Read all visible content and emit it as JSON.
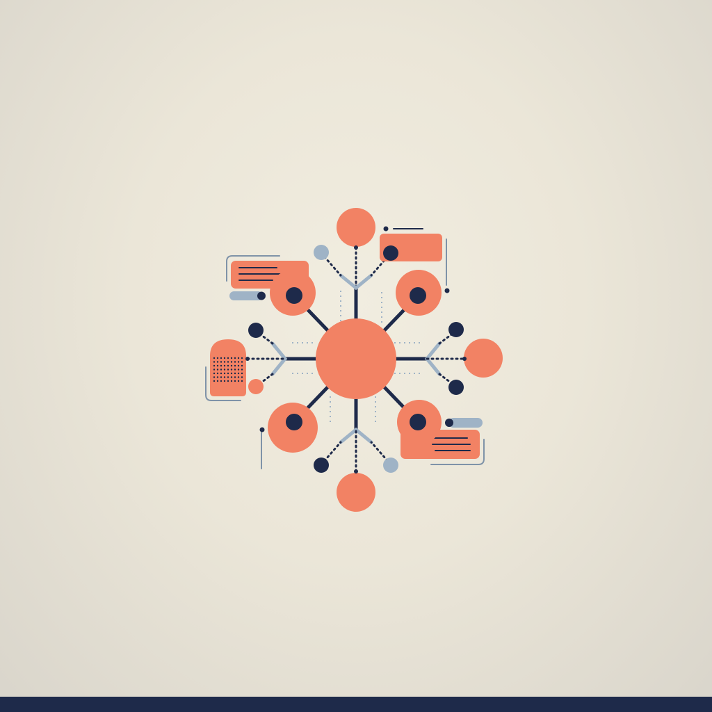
{
  "colors": {
    "background": "#ece7da",
    "coral": "#f28264",
    "navy": "#1e2a4a",
    "steel_blue": "#9fb3c6",
    "bar": "#1e2a4a"
  },
  "diagram": {
    "type": "hub-and-spoke network",
    "hub": {
      "shape": "circle",
      "color": "coral"
    },
    "spokes": [
      {
        "direction": "up",
        "end": "coral-circle",
        "branches": [
          "steel-blue-dot",
          "navy-dot"
        ]
      },
      {
        "direction": "up-right",
        "end": "coral-circle-with-navy-dot"
      },
      {
        "direction": "right",
        "end": "coral-circle",
        "branches": [
          "navy-dot",
          "navy-dot"
        ]
      },
      {
        "direction": "down-right",
        "end": "coral-circle-with-navy-dot",
        "attached": "message-card"
      },
      {
        "direction": "down",
        "end": "coral-circle",
        "branches": [
          "navy-dot",
          "steel-blue-dot"
        ]
      },
      {
        "direction": "down-left",
        "end": "coral-circle-with-navy-dot"
      },
      {
        "direction": "left",
        "end": "dotted-grid-card",
        "branches": [
          "navy-dot"
        ]
      },
      {
        "direction": "up-left",
        "end": "coral-circle-with-navy-dot",
        "attached": "message-card"
      }
    ],
    "cards": [
      "message-card",
      "message-card",
      "message-card",
      "dotted-grid-card"
    ]
  }
}
